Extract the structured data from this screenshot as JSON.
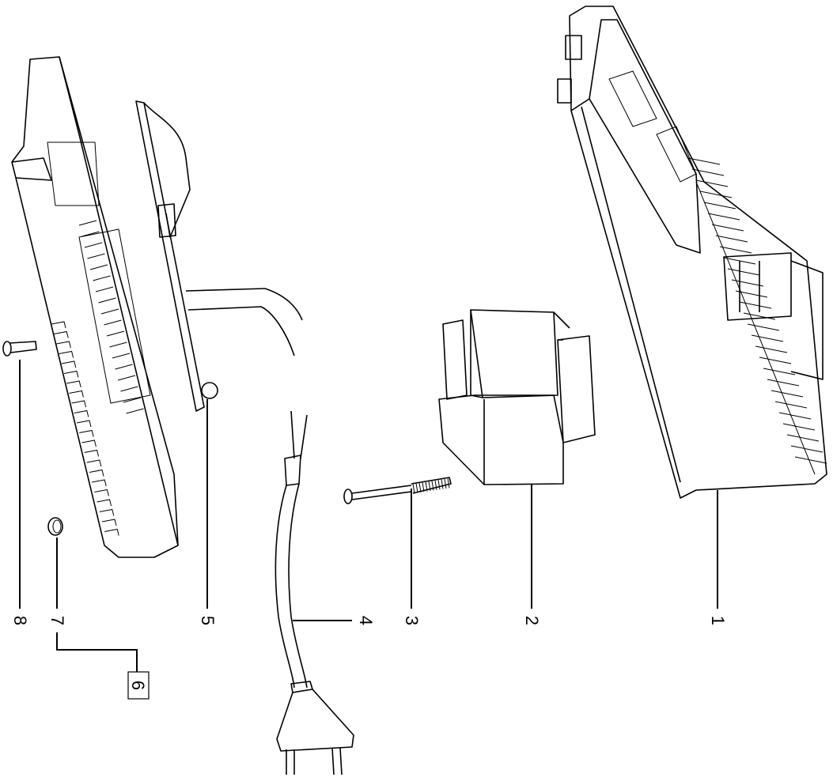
{
  "diagram": {
    "type": "exploded-parts-view",
    "callouts": [
      {
        "id": "1",
        "label": "1"
      },
      {
        "id": "2",
        "label": "2"
      },
      {
        "id": "3",
        "label": "3"
      },
      {
        "id": "4",
        "label": "4"
      },
      {
        "id": "5",
        "label": "5"
      },
      {
        "id": "6",
        "label": "6"
      },
      {
        "id": "7",
        "label": "7"
      },
      {
        "id": "8",
        "label": "8"
      }
    ]
  }
}
